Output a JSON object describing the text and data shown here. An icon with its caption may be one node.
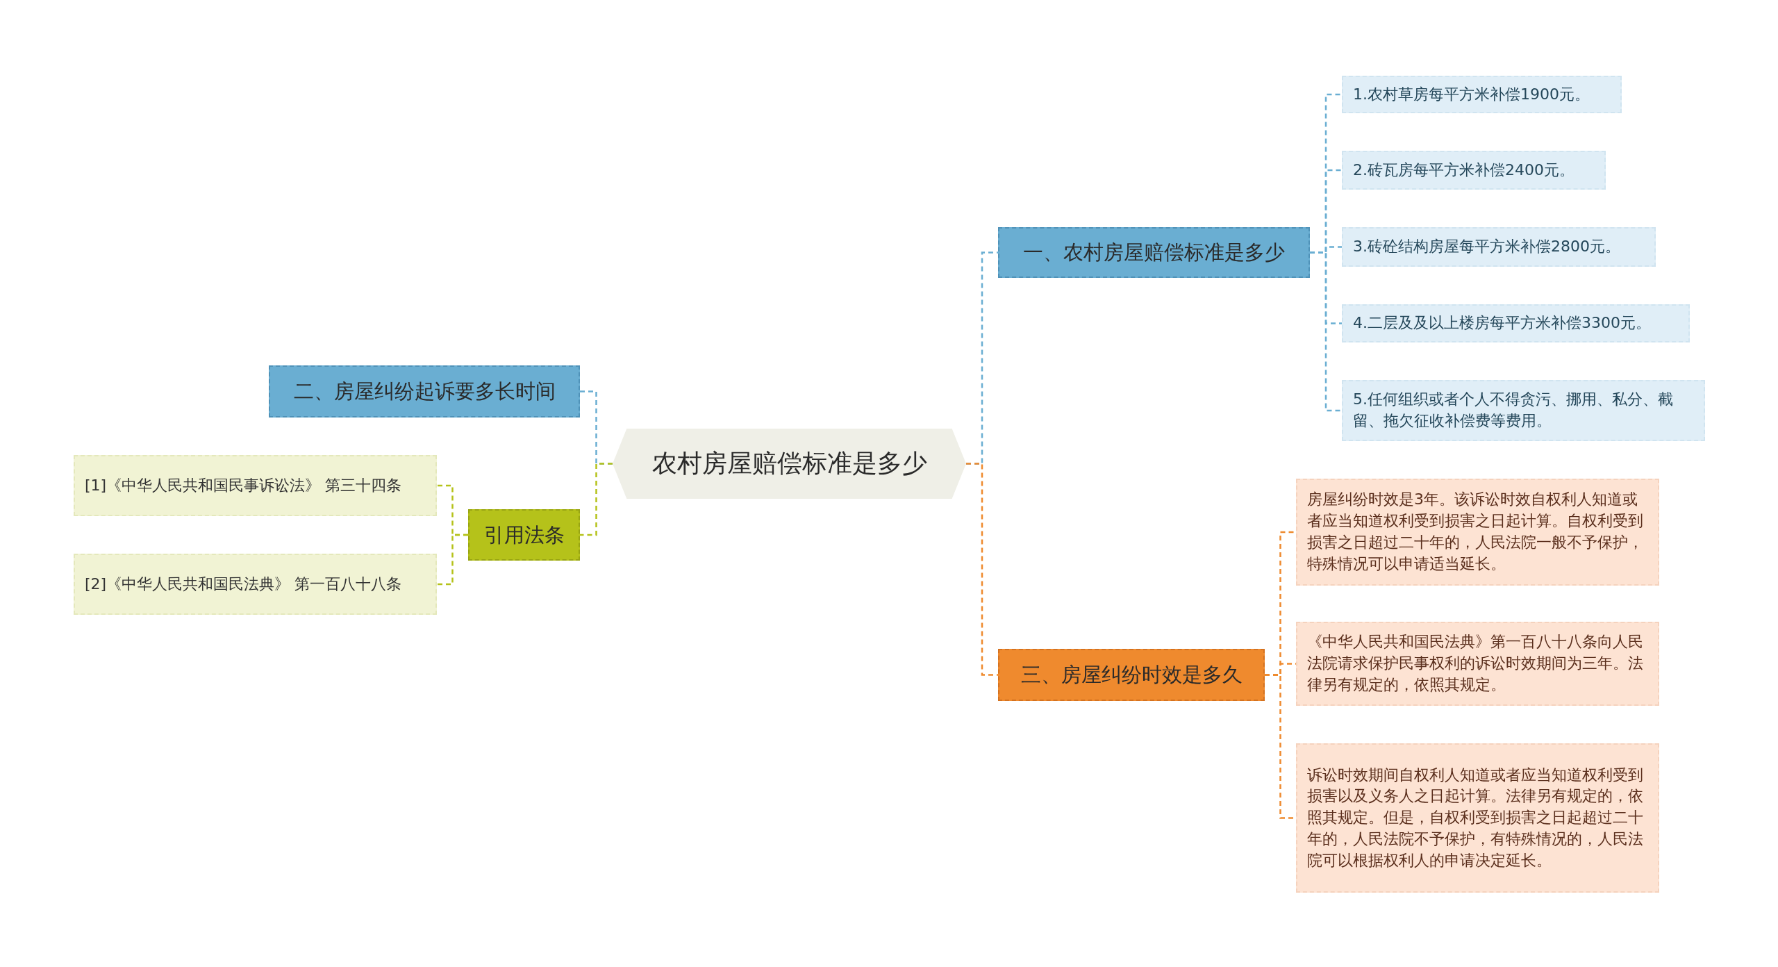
{
  "diagram": {
    "nodes": [
      {
        "text": [
          "农村房屋赔偿标准是多少"
        ]
      },
      {
        "text": [
          "一、农村房屋赔偿标准是多少"
        ]
      },
      {
        "text": [
          "1.农村草房每平方米补偿1900元。"
        ]
      },
      {
        "text": [
          "2.砖瓦房每平方米补偿2400元。"
        ]
      },
      {
        "text": [
          "3.砖砼结构房屋每平方米补偿2800元。"
        ]
      },
      {
        "text": [
          "4.二层及及以上楼房每平方米补偿3300元。"
        ]
      },
      {
        "text": [
          "5.任何组织或者个人不得贪污、挪用、私分、截留、拖欠征收补偿费等费用。"
        ]
      },
      {
        "text": [
          "二、房屋纠纷起诉要多长时间"
        ]
      },
      {
        "text": [
          "引用法条"
        ]
      },
      {
        "text": [
          "[1]《中华人民共和国民事诉讼法》 第三十四条"
        ]
      },
      {
        "text": [
          "[2]《中华人民共和国民法典》 第一百八十八条"
        ]
      },
      {
        "text": [
          "三、房屋纠纷时效是多久"
        ]
      },
      {
        "text": [
          "房屋纠纷时效是3年。该诉讼时效自权利人知道或者应当知道权利受到损害之日起计算。自权利受到损害之日超过二十年的，人民法院一般不予保护，特殊情况可以申请适当延长。"
        ]
      },
      {
        "text": [
          "《中华人民共和国民法典》第一百八十八条向人民法院请求保护民事权利的诉讼时效期间为三年。法律另有规定的，依照其规定。"
        ]
      },
      {
        "text": [
          "诉讼时效期间自权利人知道或者应当知道权利受到损害以及义务人之日起计算。法律另有规定的，依照其规定。但是，自权利受到损害之日起超过二十年的，人民法院不予保护，有特殊情况的，人民法院可以根据权利人的申请决定延长。"
        ]
      }
    ],
    "edges": [
      {
        "from": 0,
        "to": 1,
        "arrow": "none",
        "style": "dashed"
      },
      {
        "from": 1,
        "to": 2,
        "arrow": "none",
        "style": "dashed"
      },
      {
        "from": 1,
        "to": 3,
        "arrow": "none",
        "style": "dashed"
      },
      {
        "from": 1,
        "to": 4,
        "arrow": "none",
        "style": "dashed"
      },
      {
        "from": 1,
        "to": 5,
        "arrow": "none",
        "style": "dashed"
      },
      {
        "from": 1,
        "to": 6,
        "arrow": "none",
        "style": "dashed"
      },
      {
        "from": 0,
        "to": 7,
        "arrow": "none",
        "style": "dashed"
      },
      {
        "from": 0,
        "to": 8,
        "arrow": "none",
        "style": "dashed",
        "color": "#b5c21a"
      },
      {
        "from": 8,
        "to": 9,
        "arrow": "none",
        "style": "dashed",
        "color": "#b5c21a"
      },
      {
        "from": 8,
        "to": 10,
        "arrow": "none",
        "style": "dashed",
        "color": "#b5c21a"
      },
      {
        "from": 0,
        "to": 11,
        "arrow": "none",
        "style": "dashed",
        "color": "#ee8a2e"
      },
      {
        "from": 11,
        "to": 12,
        "arrow": "none",
        "style": "dashed",
        "color": "#ee8a2e"
      },
      {
        "from": 11,
        "to": 13,
        "arrow": "none",
        "style": "dashed",
        "color": "#ee8a2e"
      },
      {
        "from": 11,
        "to": 14,
        "arrow": "none",
        "style": "dashed",
        "color": "#ee8a2e"
      }
    ]
  }
}
